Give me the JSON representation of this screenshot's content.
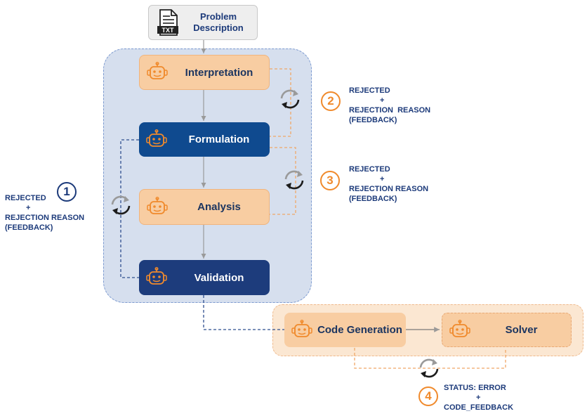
{
  "problem": {
    "title_line1": "Problem",
    "title_line2": "Description",
    "file_icon_text": "TXT"
  },
  "nodes": {
    "interpretation": "Interpretation",
    "formulation": "Formulation",
    "analysis": "Analysis",
    "validation": "Validation",
    "code_generation": "Code Generation",
    "solver": "Solver"
  },
  "feedback_1": {
    "number": "1",
    "line1": "REJECTED",
    "plus": "+",
    "line2": "REJECTION REASON",
    "line3": "(FEEDBACK)"
  },
  "feedback_2": {
    "number": "2",
    "line1": "REJECTED",
    "plus": "+",
    "line2": "REJECTION  REASON",
    "line3": "(FEEDBACK)"
  },
  "feedback_3": {
    "number": "3",
    "line1": "REJECTED",
    "plus": "+",
    "line2": "REJECTION REASON",
    "line3": "(FEEDBACK)"
  },
  "feedback_4": {
    "number": "4",
    "line1": "STATUS: ERROR",
    "plus": "+",
    "line2": "CODE_FEEDBACK"
  },
  "colors": {
    "orange_accent": "#f08a2c",
    "navy_text": "#1c3a7a",
    "node_orange": "#f8cda2",
    "node_blue": "#0f4a8f",
    "panel_blue": "#d6dfee",
    "panel_orange": "#fbe7d2"
  },
  "icons": [
    "document-txt-icon",
    "robot-icon",
    "cycle-arrows-icon"
  ]
}
